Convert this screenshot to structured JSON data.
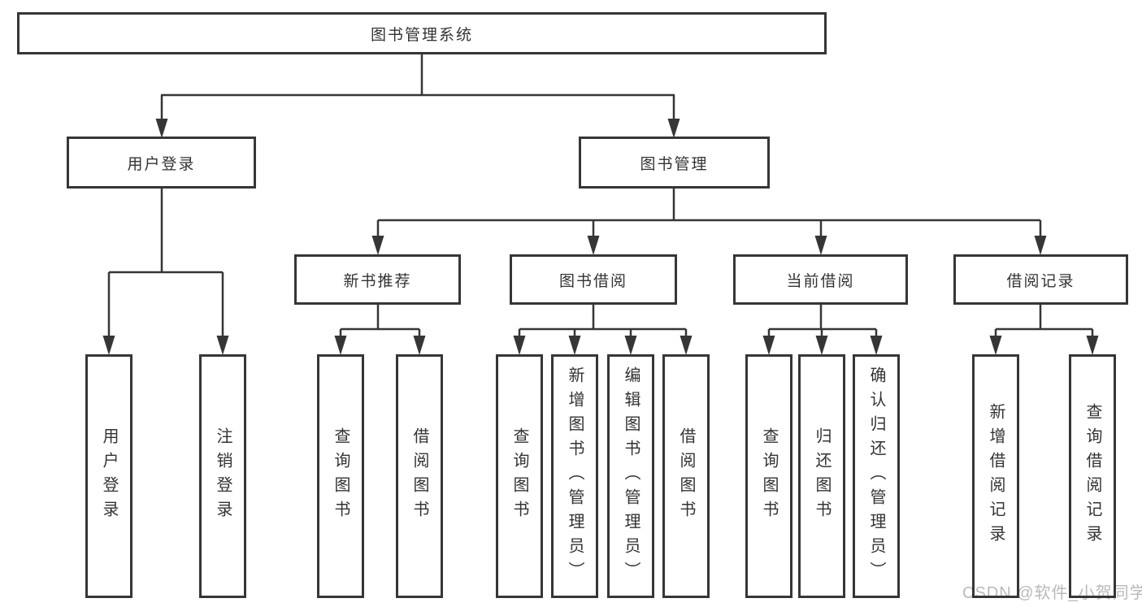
{
  "diagram": {
    "root": {
      "label": "图书管理系统"
    },
    "level2": [
      {
        "label": "用户登录"
      },
      {
        "label": "图书管理"
      }
    ],
    "level3": [
      {
        "label": "新书推荐"
      },
      {
        "label": "图书借阅"
      },
      {
        "label": "当前借阅"
      },
      {
        "label": "借阅记录"
      }
    ],
    "leaves": {
      "user_login": [
        "用户登录",
        "注销登录"
      ],
      "new_book": [
        "查询图书",
        "借阅图书"
      ],
      "book_borrow": [
        "查询图书",
        "新增图书（管理员）",
        "编辑图书（管理员）",
        "借阅图书"
      ],
      "current_borrow": [
        "查询图书",
        "归还图书",
        "确认归还（管理员）"
      ],
      "record": [
        "新增借阅记录",
        "查询借阅记录"
      ]
    }
  },
  "watermark": {
    "text": "CSDN @软件_小贺同学"
  },
  "colors": {
    "line": "#363636",
    "text": "#333333",
    "watermark": "#b9b9b9",
    "background": "#ffffff"
  }
}
